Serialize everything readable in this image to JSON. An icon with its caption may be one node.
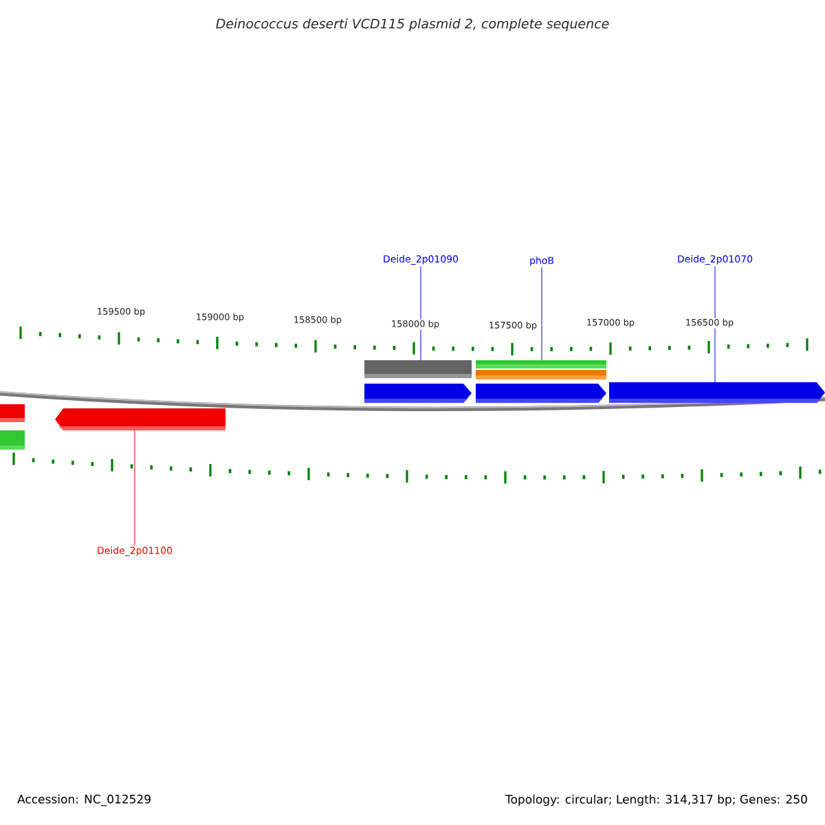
{
  "diagram": {
    "title": "Deinococcus deserti VCD115 plasmid 2, complete sequence",
    "nodes": [
      {
        "text": [
          "Deide_2p01090"
        ]
      },
      {
        "text": [
          "phoB"
        ]
      },
      {
        "text": [
          "Deide_2p01070"
        ]
      },
      {
        "text": [
          "Deide_2p01100"
        ]
      },
      {
        "text": [],
        "shape": "bar"
      },
      {
        "text": [],
        "shape": "bar"
      },
      {
        "text": [],
        "shape": "arrow"
      },
      {
        "text": [],
        "shape": "arrow"
      },
      {
        "text": [],
        "shape": "arrow"
      },
      {
        "text": [],
        "shape": "arrow"
      }
    ],
    "edges": [
      {
        "from": 0,
        "to": 4,
        "arrow": "none"
      },
      {
        "from": 1,
        "to": 5,
        "arrow": "none"
      },
      {
        "from": 2,
        "to": 6,
        "arrow": "none"
      },
      {
        "from": 3,
        "to": 7,
        "arrow": "none",
        "color": "#ff0000"
      }
    ],
    "labels": [
      "159500 bp",
      "159000 bp",
      "158500 bp",
      "158000 bp",
      "157500 bp",
      "157000 bp",
      "156500 bp",
      "Accession: NC_012529",
      "Topology: circular; Length: 314,317 bp; Genes: 250"
    ]
  }
}
